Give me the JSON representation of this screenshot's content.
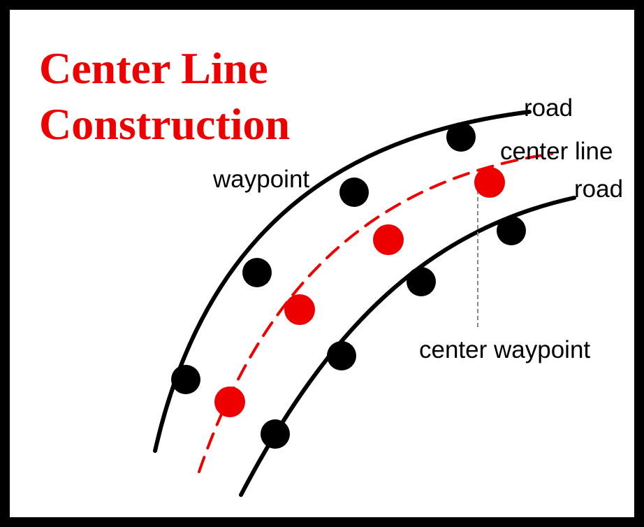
{
  "title": {
    "line1": "Center Line",
    "line2": "Construction"
  },
  "labels": {
    "road_top": "road",
    "center_line": "center line",
    "road_bottom": "road",
    "waypoint": "waypoint",
    "center_waypoint": "center waypoint"
  },
  "colors": {
    "title": "#ee0000",
    "road": "#000000",
    "center_line": "#ee0000",
    "waypoint": "#000000",
    "center_waypoint": "#ee0000",
    "frame": "#000000"
  }
}
